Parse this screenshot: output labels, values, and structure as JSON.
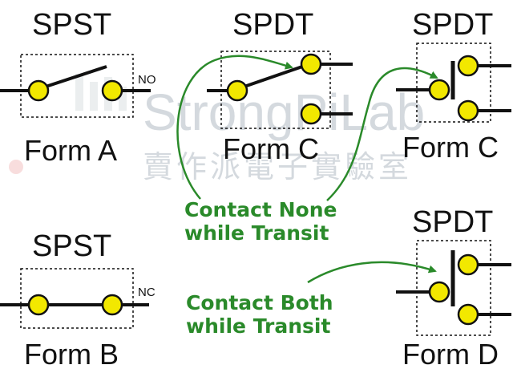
{
  "watermark": {
    "brand": "StrongPiLab",
    "subtitle": "賣作派電子實驗室"
  },
  "switches": {
    "spst_a": {
      "type": "SPST",
      "form": "Form A",
      "contact": "NO"
    },
    "spdt_c1": {
      "type": "SPDT",
      "form": "Form C"
    },
    "spdt_c2": {
      "type": "SPDT",
      "form": "Form C"
    },
    "spst_b": {
      "type": "SPST",
      "form": "Form B",
      "contact": "NC"
    },
    "spdt_d": {
      "type": "SPDT",
      "form": "Form D"
    }
  },
  "notes": {
    "none_line1": "Contact None",
    "none_line2": "while Transit",
    "both_line1": "Contact Both",
    "both_line2": "while Transit"
  },
  "colors": {
    "contact": "#f2e800",
    "wire": "#111111",
    "note": "#2a8a2a",
    "watermark": "#d4d9de"
  }
}
